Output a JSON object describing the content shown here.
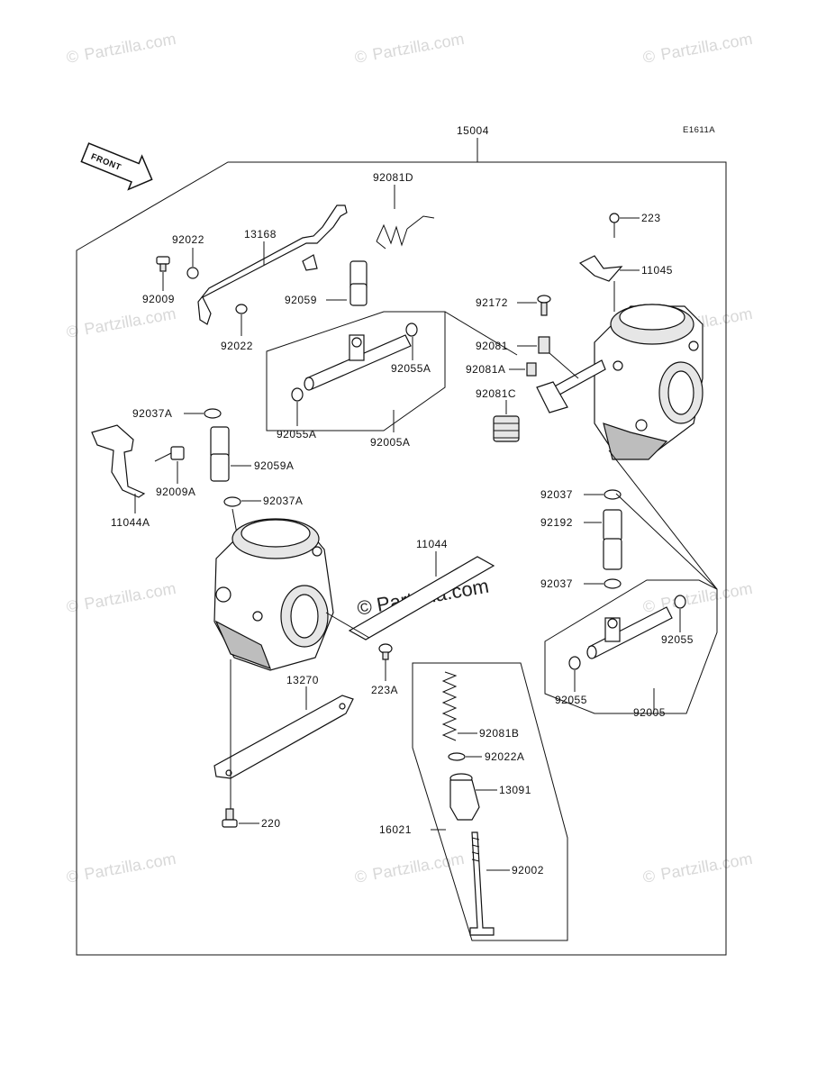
{
  "diagram": {
    "assembly_number": "15004",
    "figure_code": "E1611A",
    "front_label": "FRONT",
    "watermark_text": "Partzilla.com",
    "watermark_symbol": "©",
    "colors": {
      "line": "#111111",
      "watermark": "#d8d8d8",
      "background": "#ffffff"
    },
    "parts": {
      "p92081D": "92081D",
      "p13168": "13168",
      "p92022_top": "92022",
      "p92009": "92009",
      "p92022_bottom": "92022",
      "p92059": "92059",
      "p92055A_right": "92055A",
      "p92055A_left": "92055A",
      "p92005A": "92005A",
      "p223": "223",
      "p11045": "11045",
      "p92172": "92172",
      "p92081": "92081",
      "p92081A": "92081A",
      "p92081C": "92081C",
      "p92037A_top": "92037A",
      "p92059A": "92059A",
      "p92009A": "92009A",
      "p11044A": "11044A",
      "p92037A_bottom": "92037A",
      "p11044": "11044",
      "p223A": "223A",
      "p13270": "13270",
      "p220": "220",
      "p92037_top": "92037",
      "p92192": "92192",
      "p92037_bottom": "92037",
      "p92055_right": "92055",
      "p92055_left": "92055",
      "p92005": "92005",
      "p92081B": "92081B",
      "p92022A": "92022A",
      "p13091": "13091",
      "p16021": "16021",
      "p92002": "92002"
    }
  }
}
